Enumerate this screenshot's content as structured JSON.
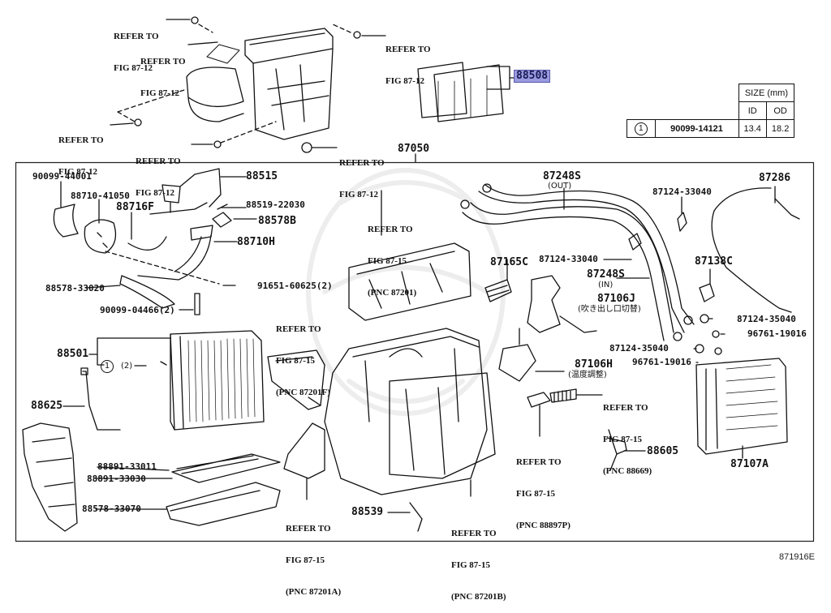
{
  "figure_id": "871916E",
  "highlight_color": "#9a9ae0",
  "top_refs": [
    {
      "line1": "REFER TO",
      "line2": "FIG 87-12"
    },
    {
      "line1": "REFER TO",
      "line2": "FIG 87-12"
    },
    {
      "line1": "REFER TO",
      "line2": "FIG 87-12"
    },
    {
      "line1": "REFER TO",
      "line2": "FIG 87-12"
    },
    {
      "line1": "REFER TO",
      "line2": "FIG 87-12"
    },
    {
      "line1": "REFER TO",
      "line2": "FIG 87-12"
    }
  ],
  "top_parts": {
    "filter": "88508",
    "assembly": "87050"
  },
  "size_table": {
    "header": "SIZE (mm)",
    "col_id": "ID",
    "col_od": "OD",
    "rows": [
      {
        "marker": "1",
        "part_no": "90099-14121",
        "id": "13.4",
        "od": "18.2"
      }
    ]
  },
  "parts": {
    "p90099_44001": "90099-44001",
    "p88710_41050": "88710-41050",
    "p88716F": "88716F",
    "p88515": "88515",
    "p88519_22030": "88519-22030",
    "p88578B": "88578B",
    "p88710H": "88710H",
    "p88578_33020": "88578-33020",
    "p91651_60625": "91651-60625(2)",
    "p90099_04466": "90099-04466(2)",
    "p88501": "88501",
    "p88501_marker": "1",
    "p88501_qty": "(2)",
    "p88625": "88625",
    "p88891_33011": "88891-33011",
    "p88891_33030": "88891-33030",
    "p88578_33070": "88578-33070",
    "p88539": "88539",
    "p87248S_out": "87248S",
    "p87248S_out_sub": "(OUT)",
    "p87124_33040_a": "87124-33040",
    "p87286": "87286",
    "p87165C": "87165C",
    "p87124_33040_b": "87124-33040",
    "p87248S_in": "87248S",
    "p87248S_in_sub": "(IN)",
    "p87138C": "87138C",
    "p87106J": "87106J",
    "p87106J_sub": "(吹き出し口切替)",
    "p87124_35040_a": "87124-35040",
    "p96761_19016_a": "96761-19016",
    "p87124_35040_b": "87124-35040",
    "p96761_19016_b": "96761-19016",
    "p87106H": "87106H",
    "p87106H_sub": "(温度調整)",
    "p88605": "88605",
    "p87107A": "87107A"
  },
  "inner_refs": {
    "r87201": {
      "line1": "REFER TO",
      "line2": "FIG 87-15",
      "line3": "(PNC 87201)"
    },
    "r87201F": {
      "line1": "REFER TO",
      "line2": "FIG 87-15",
      "line3": "(PNC 87201F)"
    },
    "r88669": {
      "line1": "REFER TO",
      "line2": "FIG 87-15",
      "line3": "(PNC 88669)"
    },
    "r88897P": {
      "line1": "REFER TO",
      "line2": "FIG 87-15",
      "line3": "(PNC 88897P)"
    },
    "r87201A": {
      "line1": "REFER TO",
      "line2": "FIG 87-15",
      "line3": "(PNC 87201A)"
    },
    "r87201B": {
      "line1": "REFER TO",
      "line2": "FIG 87-15",
      "line3": "(PNC 87201B)"
    }
  }
}
